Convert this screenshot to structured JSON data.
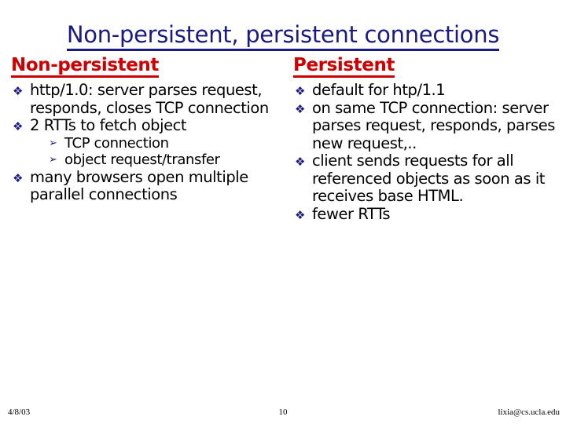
{
  "slide": {
    "title": "Non-persistent, persistent connections",
    "title_color": "#1a1a80",
    "heading_color": "#CC0000",
    "bullet_color": "#1a1a80",
    "body_color": "#000000",
    "background": "#ffffff",
    "bullet_glyph_level1": "❖",
    "bullet_glyph_level2": "➢"
  },
  "left_column": {
    "heading": "Non-persistent",
    "bullets": [
      {
        "text": "http/1.0: server parses request, responds, closes TCP connection"
      },
      {
        "text": "2 RTTs to fetch object",
        "sub_bullets": [
          {
            "text": "TCP connection"
          },
          {
            "text": "object request/transfer"
          }
        ]
      },
      {
        "text": "many browsers open multiple parallel connections"
      }
    ]
  },
  "right_column": {
    "heading": "Persistent",
    "bullets": [
      {
        "text": "default for htp/1.1"
      },
      {
        "text": "on same TCP connection: server parses request, responds, parses new request,.."
      },
      {
        "text": "client sends requests for all referenced objects as soon as it receives base HTML."
      },
      {
        "text": "fewer RTTs"
      }
    ]
  },
  "footer": {
    "date": "4/8/03",
    "page_number": "10",
    "email": "lixia@cs.ucla.edu"
  }
}
